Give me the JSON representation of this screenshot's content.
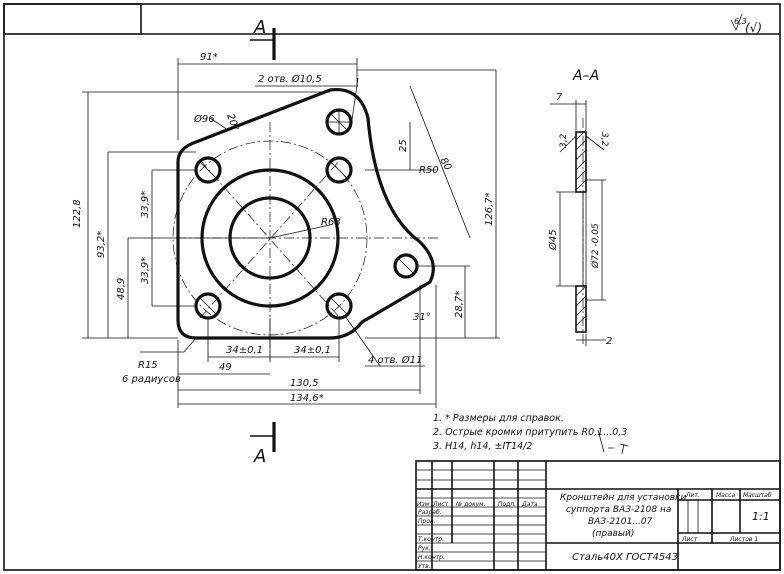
{
  "roughness": {
    "value": "6,3",
    "extra": "(√)"
  },
  "section": {
    "marker_top": "A",
    "marker_bottom": "A",
    "view_title": "A–A"
  },
  "dims": {
    "d91": "91*",
    "holes2": "2 отв. Ø10,5",
    "ang20": "20°",
    "d96": "Ø96",
    "d25": "25",
    "d80": "80",
    "r50": "R50",
    "r68": "R68",
    "d1228": "122,8",
    "d932": "93,2*",
    "d339a": "33,9*",
    "d339b": "33,9*",
    "d489": "48,9",
    "d1267": "126,7*",
    "d287": "28,7*",
    "ang31": "31°",
    "d34a": "34±0,1",
    "d34b": "34±0,1",
    "d49": "49",
    "holes4": "4 отв. Ø11",
    "r15": "R15",
    "radii": "6 радиусов",
    "d1305": "130,5",
    "d1346": "134,6*",
    "s7": "7",
    "s32a": "3,2",
    "s32b": "3,2",
    "s45": "Ø45",
    "s72": "Ø72 -0,05",
    "s2": "2"
  },
  "notes": {
    "n1": "1. * Размеры для справок.",
    "n2": "2. Острые кромки притупить R0,1...0,3",
    "n3": "3. H14, h14, ±IT14/2"
  },
  "title_block": {
    "name_line1": "Кронштейн для установки",
    "name_line2": "суппорта ВАЗ-2108 на",
    "name_line3": "ВАЗ-2101...07",
    "name_line4": "(правый)",
    "material": "Сталь40Х ГОСТ4543",
    "lit": "Лит.",
    "mass": "Масса",
    "scale_h": "Масштаб",
    "scale": "1:1",
    "sheet": "Лист",
    "sheets": "Листов 1",
    "rows": [
      "Изм",
      "Лист",
      "№ докум.",
      "Подп.",
      "Дата"
    ],
    "roles": [
      "Разраб.",
      "Пров.",
      "Т.контр.",
      "Рук.",
      "Н.контр.",
      "Утв."
    ]
  }
}
